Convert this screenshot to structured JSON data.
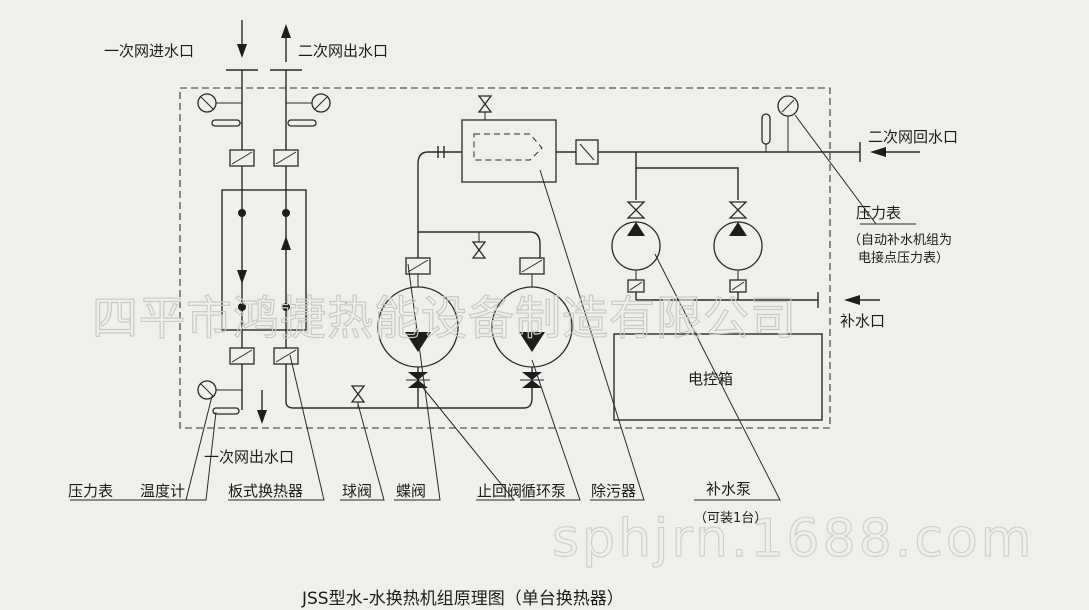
{
  "labels": {
    "primary_inlet": "一次网进水口",
    "secondary_outlet": "二次网出水口",
    "secondary_return": "二次网回水口",
    "primary_outlet": "一次网出水口",
    "makeup_inlet": "补水口",
    "control_box": "电控箱",
    "pressure_gauge_right": "压力表",
    "pressure_note_line1": "（自动补水机组为",
    "pressure_note_line2": "电接点压力表）",
    "makeup_pump": "补水泵",
    "makeup_pump_note": "（可装1台）"
  },
  "legend": [
    "压力表",
    "温度计",
    "板式换热器",
    "球阀",
    "蝶阀",
    "止回阀",
    "循环泵",
    "除污器"
  ],
  "watermark_company": "四平市鸿捷热能设备制造有限公司",
  "watermark_site": "sphjrn.1688.com",
  "title": "JSS型水-水换热机组原理图（单台换热器）"
}
